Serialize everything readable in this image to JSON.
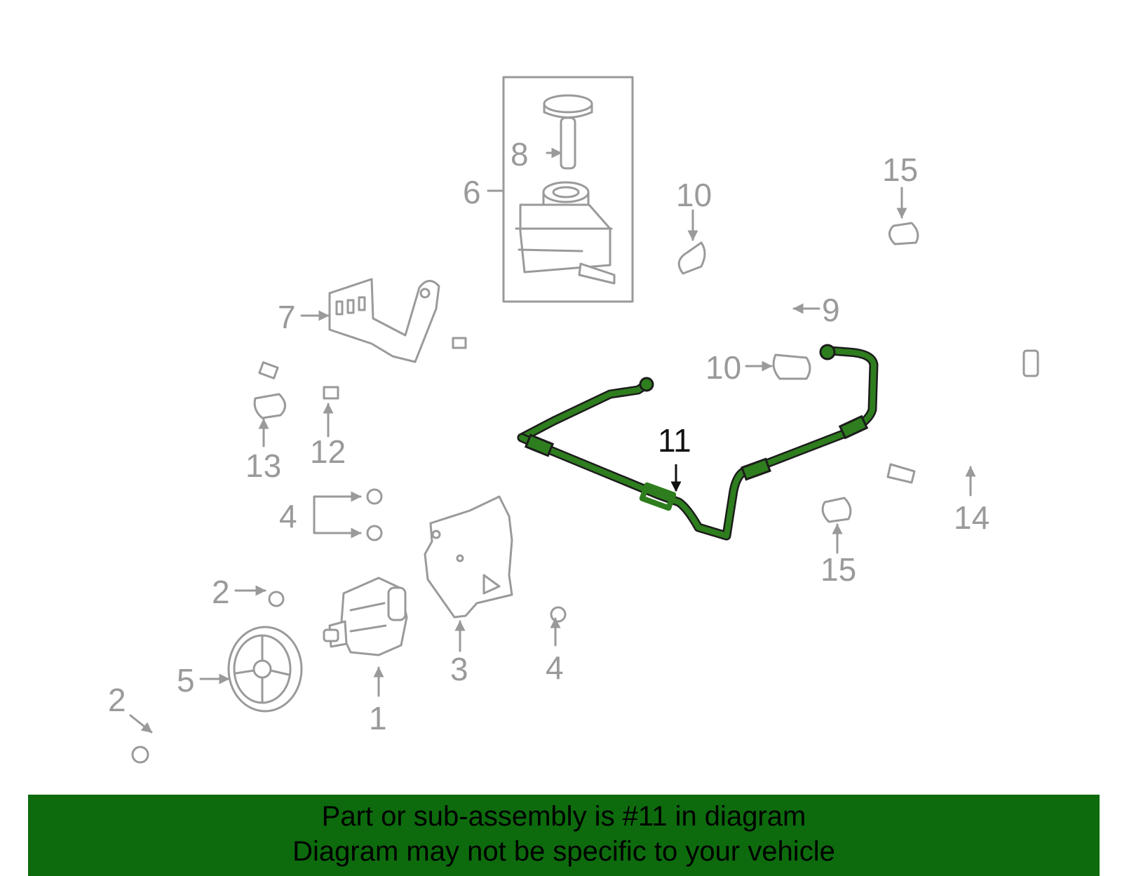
{
  "diagram": {
    "highlight_color": "#2e7d1e",
    "line_color": "#9a9a9a",
    "callouts": {
      "c1": "1",
      "c2a": "2",
      "c2b": "2",
      "c3": "3",
      "c4a": "4",
      "c4b": "4",
      "c5": "5",
      "c6": "6",
      "c7": "7",
      "c8": "8",
      "c9": "9",
      "c10a": "10",
      "c10b": "10",
      "c11": "11",
      "c12": "12",
      "c13": "13",
      "c14": "14",
      "c15a": "15",
      "c15b": "15"
    }
  },
  "footer": {
    "line1": "Part or sub-assembly is #11 in diagram",
    "line2": "Diagram may not be specific to your vehicle",
    "background": "#0d6b0d"
  }
}
